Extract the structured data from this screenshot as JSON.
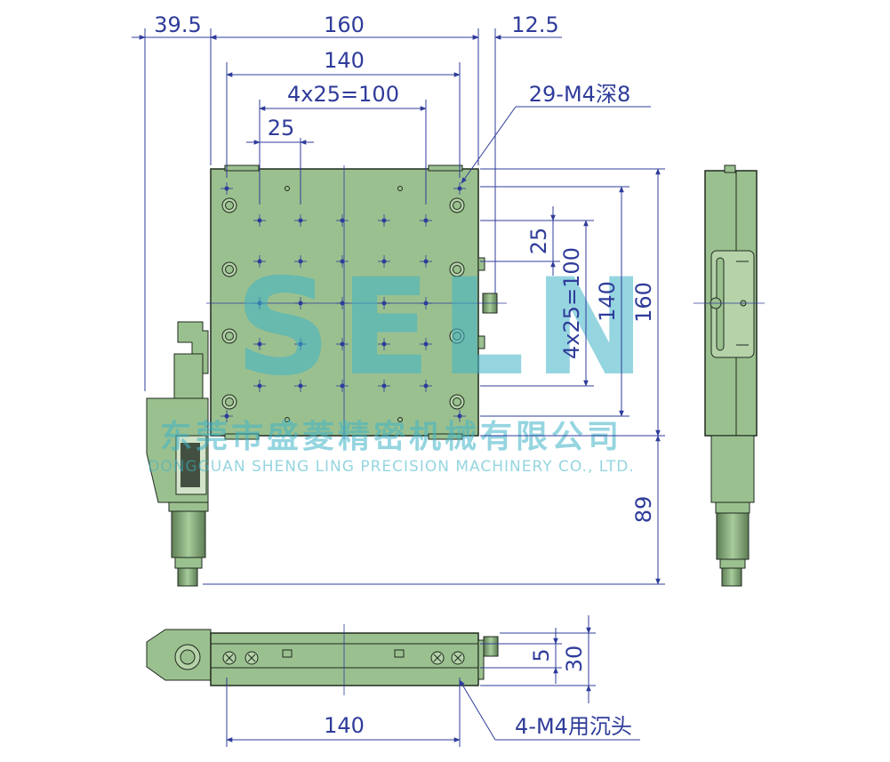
{
  "dimensions": {
    "top_left_offset": "39.5",
    "top_width": "160",
    "top_right_offset": "12.5",
    "hole_span": "140",
    "hole_grid": "4x25=100",
    "hole_pitch": "25",
    "tapped_holes": "29-M4深8",
    "right_pitch": "25",
    "right_grid": "4x25=100",
    "right_span": "140",
    "right_height": "160",
    "micrometer_extension": "89",
    "side_small": "5",
    "side_height": "30",
    "bottom_span": "140",
    "mount_holes": "4-M4用沉头"
  },
  "watermark": {
    "brand": "SELN",
    "company_cn": "东莞市盛菱精密机械有限公司",
    "company_en": "DONGGUAN SHENG LING PRECISION MACHINERY CO., LTD."
  },
  "colors": {
    "dimension": "#2f3c9a",
    "body_fill": "#9bc08f",
    "body_dark": "#5e7d55",
    "outline": "#1f2a1f",
    "watermark": "#3fb4c8"
  }
}
